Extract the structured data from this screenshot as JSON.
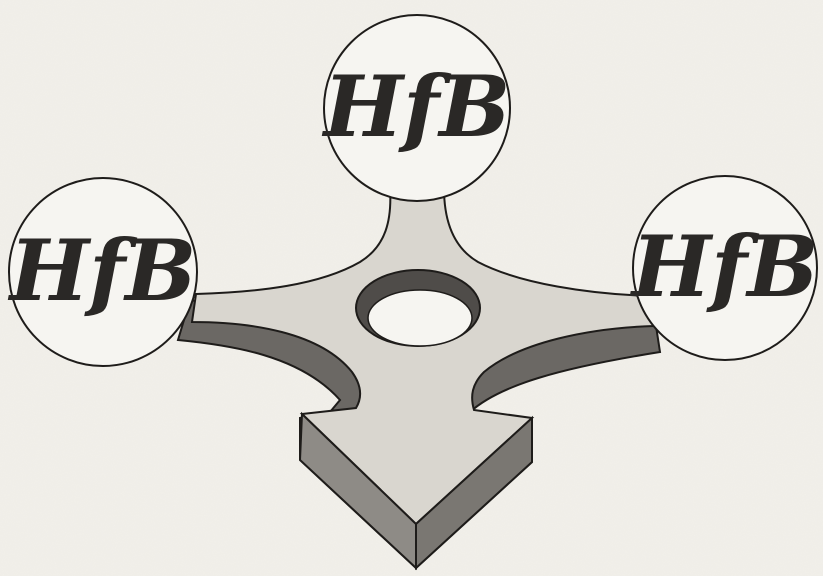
{
  "logo": {
    "monogram_text": "HfB",
    "instances": [
      "top",
      "left",
      "right"
    ],
    "colors": {
      "paper": "#f2f0ea",
      "arm_light": "#d9d6cf",
      "arm_shadow": "#6b6864",
      "outline": "#1e1c1a",
      "badge_fill": "#f6f5f1",
      "ink": "#2a2826"
    }
  }
}
